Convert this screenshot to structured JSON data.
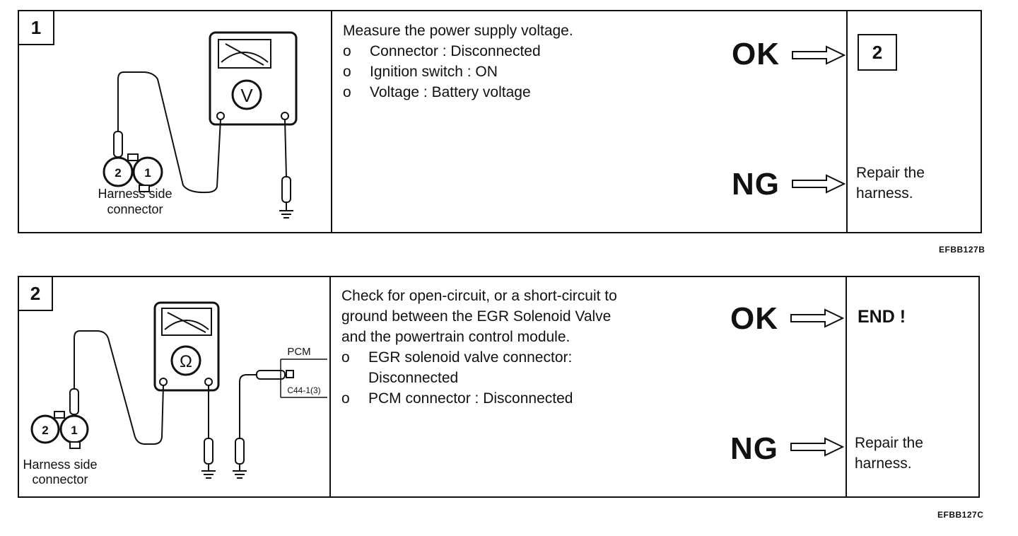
{
  "steps": [
    {
      "number": "1",
      "diagram": {
        "meter_symbol": "V",
        "pin_left": "2",
        "pin_right": "1",
        "caption_line1": "Harness side",
        "caption_line2": "connector"
      },
      "heading": "Measure the power supply voltage.",
      "items": [
        {
          "mark": "o",
          "text": "Connector : Disconnected"
        },
        {
          "mark": "o",
          "text": "Ignition switch : ON"
        },
        {
          "mark": "o",
          "text": "Voltage : Battery voltage"
        }
      ],
      "ok_label": "OK",
      "ok_result": "2",
      "ng_label": "NG",
      "ng_result_line1": "Repair the",
      "ng_result_line2": "harness.",
      "figure_code": "EFBB127B"
    },
    {
      "number": "2",
      "diagram": {
        "meter_symbol": "Ω",
        "pin_left": "2",
        "pin_right": "1",
        "pcm_label": "PCM",
        "pcm_pin": "C44-1(3)",
        "caption_line1": "Harness side",
        "caption_line2": "connector"
      },
      "heading_lines": [
        "Check for open-circuit, or a short-circuit to",
        "ground between the EGR Solenoid Valve",
        "and the powertrain control module."
      ],
      "items": [
        {
          "mark": "o",
          "text": "EGR solenoid valve connector:",
          "cont": "Disconnected"
        },
        {
          "mark": "o",
          "text": "PCM connector : Disconnected"
        }
      ],
      "ok_label": "OK",
      "ok_result": "END !",
      "ng_label": "NG",
      "ng_result_line1": "Repair the",
      "ng_result_line2": "harness.",
      "figure_code": "EFBB127C"
    }
  ]
}
